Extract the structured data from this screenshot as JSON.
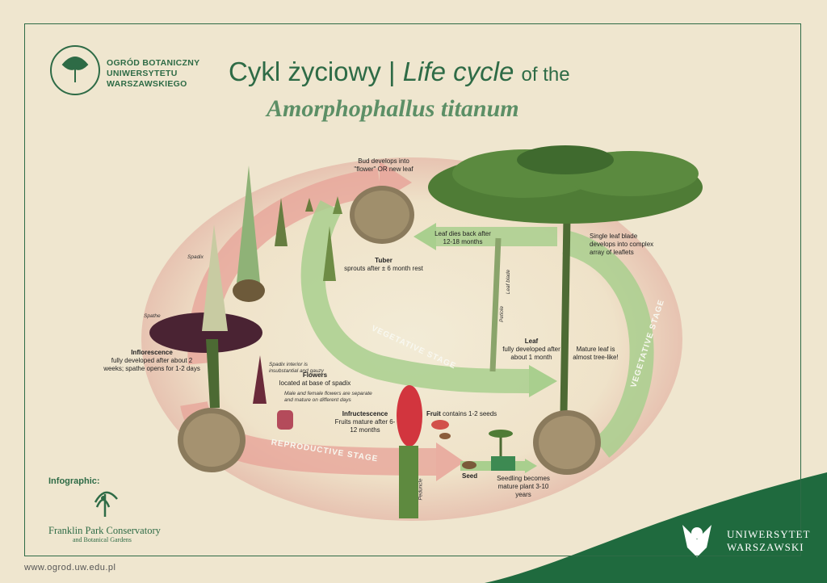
{
  "header": {
    "logo_text": "OGRÓD BOTANICZNY UNIWERSYTETU WARSZAWSKIEGO",
    "title_pl": "Cykl życiowy",
    "title_sep": "|",
    "title_en": "Life cycle",
    "title_of": "of the",
    "species": "Amorphophallus titanum"
  },
  "stages": {
    "vegetative_left": "VEGETATIVE STAGE",
    "vegetative_right": "VEGETATIVE STAGE",
    "reproductive": "REPRODUCTIVE STAGE"
  },
  "labels": {
    "bud_line1": "Bud develops into",
    "bud_line2": "\"flower\" OR new leaf",
    "tuber_title": "Tuber",
    "tuber_desc": "sprouts after ± 6 month rest",
    "leaf_dies": "Leaf dies back after 12-18 months",
    "leaflets": "Single leaf blade develops into complex array of leaflets",
    "leaf_blade": "Leaf blade",
    "petiole": "Petiole",
    "leaf_title": "Leaf",
    "leaf_desc": "fully developed after about 1 month",
    "mature_leaf": "Mature leaf is almost tree-like!",
    "spadix": "Spadix",
    "spathe": "Spathe",
    "inflorescence_title": "Inflorescence",
    "inflorescence_desc": "fully developed after about 2 weeks; spathe opens for 1-2 days",
    "spadix_interior": "Spadix interior is insubstantial and gauzy",
    "flowers_title": "Flowers",
    "flowers_desc": "located at base of spadix",
    "male_female": "Male and female flowers are separate and mature on different days",
    "infructescence_title": "Infructescence",
    "infructescence_desc": "Fruits mature after 6-12 months",
    "fruit_title": "Fruit",
    "fruit_desc": "contains 1-2 seeds",
    "seed": "Seed",
    "seedling": "Seedling becomes mature plant 3-10 years",
    "peduncle": "Peduncle"
  },
  "footer": {
    "infographic": "Infographic:",
    "fpc_name": "Franklin Park Conservatory",
    "fpc_sub": "and Botanical Gardens",
    "url": "www.ogrod.uw.edu.pl",
    "uw_name_1": "UNIWERSYTET",
    "uw_name_2": "WARSZAWSKI"
  },
  "colors": {
    "brand_green": "#2e6b46",
    "light_green": "#a9cf8e",
    "pink_arrow": "#e7a59a",
    "background": "#efe6cf"
  }
}
